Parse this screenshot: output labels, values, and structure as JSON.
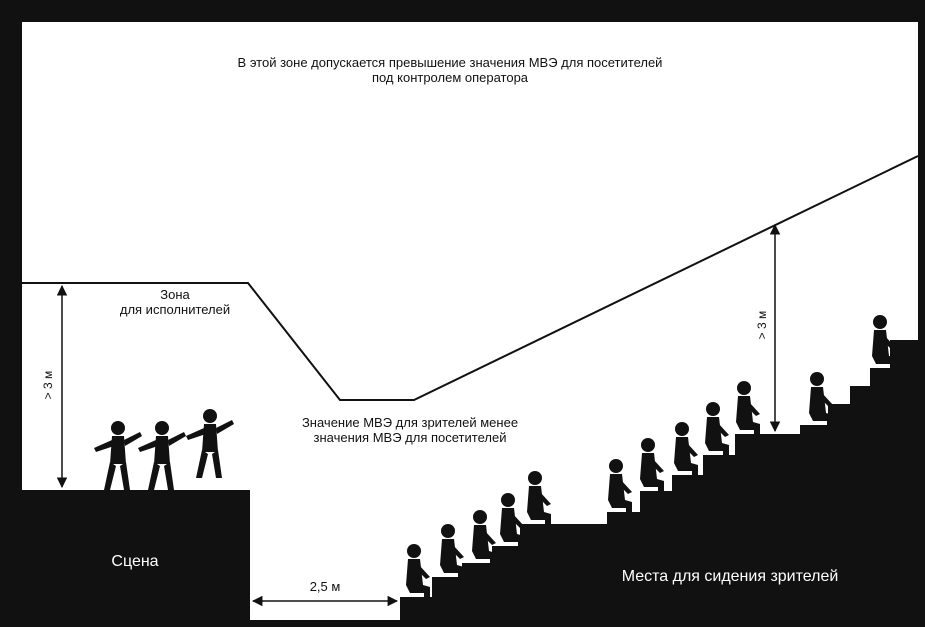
{
  "labels": {
    "top_zone": [
      "В этой зоне допускается превышение значения МВЭ для посетителей",
      "под контролем оператора"
    ],
    "performer_zone": [
      "Зона",
      "для исполнителей"
    ],
    "audience_value": [
      "Значение МВЭ для зрителей менее",
      "значения МВЭ для посетителей"
    ],
    "stage": "Сцена",
    "seats": "Места для сидения зрителей",
    "distance": "2,5 м",
    "height_left": "> 3 м",
    "height_right": "> 3 м"
  },
  "colors": {
    "fill": "#111111",
    "background": "#ffffff",
    "border": "#111111"
  }
}
